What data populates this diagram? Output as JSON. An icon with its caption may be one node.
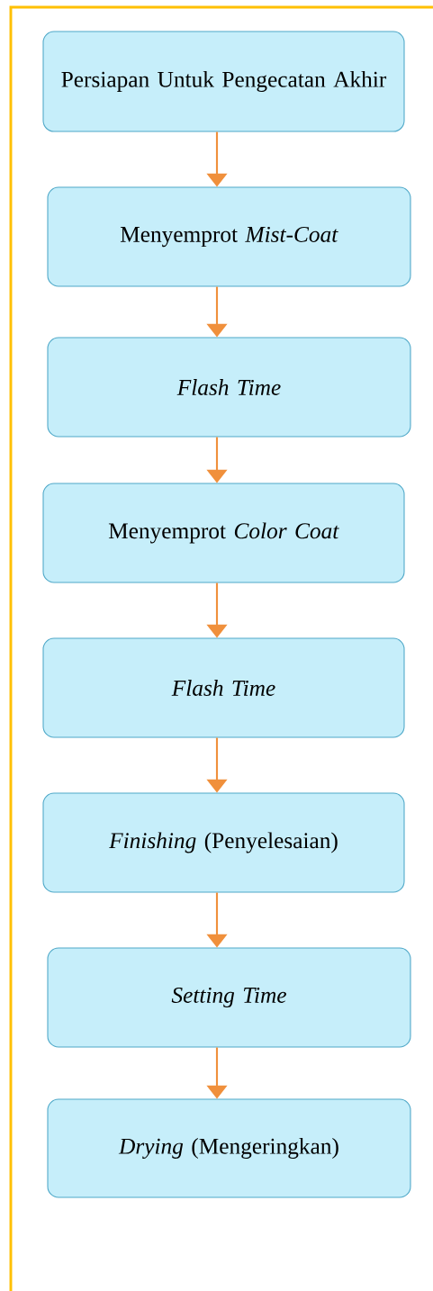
{
  "diagram": {
    "nodes": [
      {
        "text": [
          "Persiapan Untuk Pengecatan Akhir"
        ]
      },
      {
        "text": [
          "Menyemprot *Mist-Coat*"
        ]
      },
      {
        "text": [
          "Flash Time"
        ]
      },
      {
        "text": [
          "Menyemprot *Color Coat*"
        ]
      },
      {
        "text": [
          "Flash Time"
        ]
      },
      {
        "text": [
          "*Finishing* (Penyelesaian)"
        ]
      },
      {
        "text": [
          "Setting Time"
        ]
      },
      {
        "text": [
          "*Drying* (Mengeringkan)"
        ]
      }
    ],
    "edges": [
      {
        "from": 0,
        "to": 1,
        "arrow": "to"
      },
      {
        "from": 1,
        "to": 2,
        "arrow": "to"
      },
      {
        "from": 2,
        "to": 3,
        "arrow": "to"
      },
      {
        "from": 3,
        "to": 4,
        "arrow": "to"
      },
      {
        "from": 4,
        "to": 5,
        "arrow": "to"
      },
      {
        "from": 5,
        "to": 6,
        "arrow": "to"
      },
      {
        "from": 6,
        "to": 7,
        "arrow": "to"
      }
    ]
  }
}
